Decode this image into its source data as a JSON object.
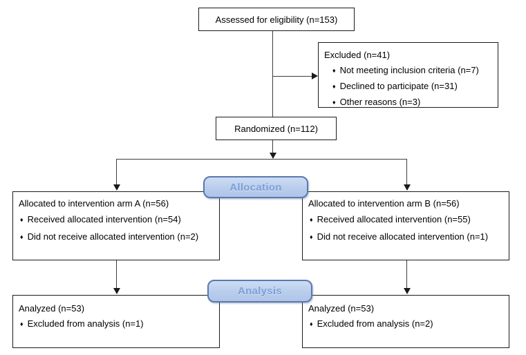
{
  "flow": {
    "assessed": {
      "label": "Assessed for eligibility (n=153)"
    },
    "excluded": {
      "title": "Excluded (n=41)",
      "items": [
        "Not meeting inclusion criteria (n=7)",
        "Declined to participate (n=31)",
        "Other reasons (n=3)"
      ]
    },
    "randomized": {
      "label": "Randomized (n=112)"
    },
    "allocation_stage": {
      "label": "Allocation"
    },
    "arm_a": {
      "title": "Allocated to intervention arm A (n=56)",
      "items": [
        "Received allocated intervention (n=54)",
        "Did not receive allocated intervention (n=2)"
      ]
    },
    "arm_b": {
      "title": "Allocated to intervention arm B (n=56)",
      "items": [
        "Received allocated intervention (n=55)",
        "Did not receive allocated intervention (n=1)"
      ]
    },
    "analysis_stage": {
      "label": "Analysis"
    },
    "analysis_a": {
      "title": "Analyzed (n=53)",
      "items": [
        "Excluded from analysis (n=1)"
      ]
    },
    "analysis_b": {
      "title": "Analyzed (n=53)",
      "items": [
        "Excluded from analysis (n=2)"
      ]
    }
  },
  "style": {
    "bullet_char": "♦",
    "pill_fill": "#bdd0ec",
    "pill_border": "#5a79ad",
    "pill_text_color": "#7d9fd8",
    "box_border_color": "#1a1a1a",
    "line_color": "#3d3d3d",
    "background": "#ffffff"
  }
}
